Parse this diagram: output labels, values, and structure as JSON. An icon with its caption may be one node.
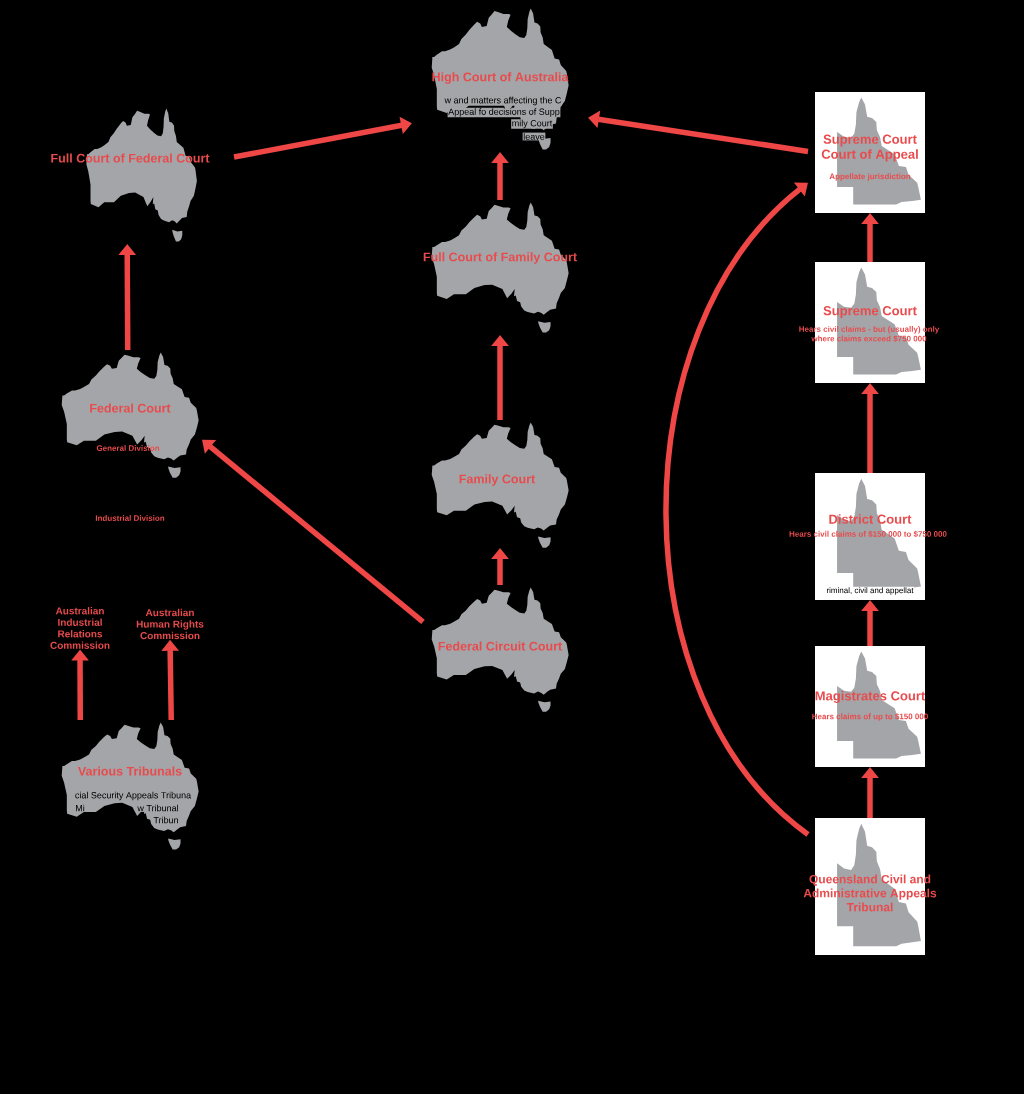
{
  "diagram": {
    "nodes": [
      {
        "text": [
          "High Court of Australia",
          "w and matters affecting the C",
          "Appeal fo decisions of Supp",
          "mily Court",
          "leave"
        ]
      },
      {
        "text": [
          "Full Court of Federal Court"
        ]
      },
      {
        "text": [
          "Supreme Court Court of Appeal",
          "Appellate jurisdiction"
        ]
      },
      {
        "text": [
          "Full Court of Family Court"
        ]
      },
      {
        "text": [
          "Supreme Court",
          "Hears civil claims - but (usually) only where claims exceed $750 000"
        ]
      },
      {
        "text": [
          "Federal Court",
          "General Division",
          "Industrial Division"
        ]
      },
      {
        "text": [
          "Family Court"
        ]
      },
      {
        "text": [
          "District Court",
          "Hears civil claims of $150 000 to $750 000",
          "riminal, civil and appellat"
        ]
      },
      {
        "text": [
          "Australian Industrial Relations Commission"
        ]
      },
      {
        "text": [
          "Australian Human Rights Commission"
        ]
      },
      {
        "text": [
          "Federal Circuit Court"
        ]
      },
      {
        "text": [
          "Magistrates Court",
          "Hears claims of up to $150 000"
        ]
      },
      {
        "text": [
          "Various Tribunals",
          "cial Security Appeals Tribuna",
          "Mi",
          "w Tribunal",
          "Tribun"
        ]
      },
      {
        "text": [
          "Queensland Civil and Administrative Appeals Tribunal"
        ]
      }
    ],
    "edges": [
      {
        "from": 1,
        "to": 0,
        "arrow": "to"
      },
      {
        "from": 2,
        "to": 0,
        "arrow": "to"
      },
      {
        "from": 3,
        "to": 0,
        "arrow": "to"
      },
      {
        "from": 4,
        "to": 2,
        "arrow": "to"
      },
      {
        "from": 5,
        "to": 1,
        "arrow": "to"
      },
      {
        "from": 6,
        "to": 3,
        "arrow": "to"
      },
      {
        "from": 7,
        "to": 4,
        "arrow": "to"
      },
      {
        "from": 10,
        "to": 5,
        "arrow": "to"
      },
      {
        "from": 10,
        "to": 6,
        "arrow": "to"
      },
      {
        "from": 12,
        "to": 8,
        "arrow": "to"
      },
      {
        "from": 12,
        "to": 9,
        "arrow": "to"
      },
      {
        "from": 11,
        "to": 7,
        "arrow": "to"
      },
      {
        "from": 13,
        "to": 11,
        "arrow": "to"
      },
      {
        "from": 13,
        "to": 2,
        "arrow": "to"
      }
    ]
  }
}
